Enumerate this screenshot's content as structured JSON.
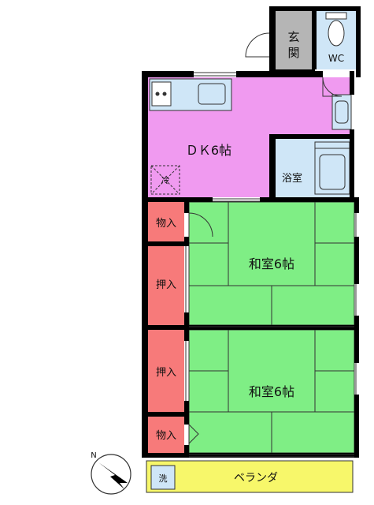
{
  "rooms": {
    "entrance": "玄関",
    "entrance_line1": "玄",
    "entrance_line2": "関",
    "wc": "WC",
    "dk": "ＤＫ6帖",
    "bath": "浴室",
    "fridge": "冷",
    "storage_top": "物入",
    "oshiire_top": "押入",
    "washitsu_top": "和室6帖",
    "oshiire_bottom": "押入",
    "washitsu_bottom": "和室6帖",
    "storage_bottom": "物入",
    "balcony": "ベランダ",
    "washer": "洗"
  },
  "compass": {
    "north": "N"
  },
  "colors": {
    "tatami": "#7fee85",
    "dk": "#f09af0",
    "closet": "#f77a7a",
    "balcony": "#f7f76a",
    "water": "#cfe6f7",
    "genkan": "#b5b5b5",
    "wall": "#000000"
  }
}
